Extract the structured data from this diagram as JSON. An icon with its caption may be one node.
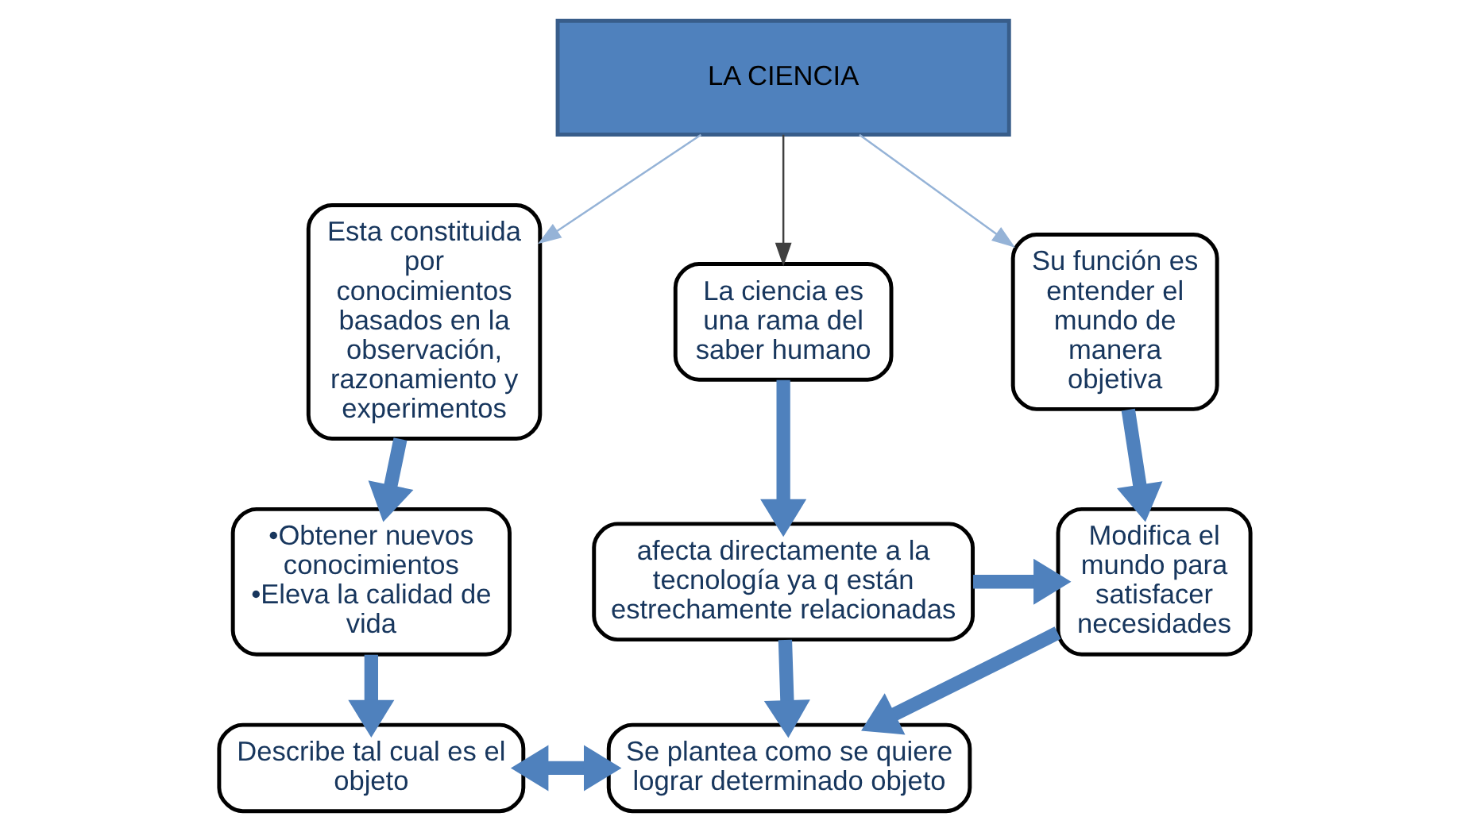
{
  "diagram": {
    "nodes": [
      {
        "text": [
          "LA CIENCIA"
        ]
      },
      {
        "text": [
          "Esta constituida por conocimientos basados en la observación, razonamiento y experimentos"
        ]
      },
      {
        "text": [
          "La ciencia es una rama del saber humano"
        ]
      },
      {
        "text": [
          "Su función es entender el mundo de manera objetiva"
        ]
      },
      {
        "text": [
          "•Obtener nuevos conocimientos",
          "•Eleva la calidad de vida"
        ]
      },
      {
        "text": [
          "afecta directamente a la tecnología ya q están estrechamente relacionadas"
        ]
      },
      {
        "text": [
          "Modifica el mundo para satisfacer necesidades"
        ]
      },
      {
        "text": [
          "Describe tal cual es el objeto"
        ]
      },
      {
        "text": [
          "Se plantea como se quiere lograr determinado objeto"
        ]
      }
    ],
    "edges": [
      {
        "from": 0,
        "to": 1,
        "arrow": "to",
        "color": "#95b3d7"
      },
      {
        "from": 0,
        "to": 2,
        "arrow": "to",
        "color": "#404040"
      },
      {
        "from": 0,
        "to": 3,
        "arrow": "to",
        "color": "#95b3d7"
      },
      {
        "from": 1,
        "to": 4,
        "arrow": "to"
      },
      {
        "from": 2,
        "to": 5,
        "arrow": "to"
      },
      {
        "from": 3,
        "to": 6,
        "arrow": "to"
      },
      {
        "from": 5,
        "to": 6,
        "arrow": "to"
      },
      {
        "from": 4,
        "to": 7,
        "arrow": "to"
      },
      {
        "from": 5,
        "to": 8,
        "arrow": "to"
      },
      {
        "from": 6,
        "to": 8,
        "arrow": "to"
      },
      {
        "from": 7,
        "to": 8,
        "arrow": "both"
      }
    ]
  }
}
